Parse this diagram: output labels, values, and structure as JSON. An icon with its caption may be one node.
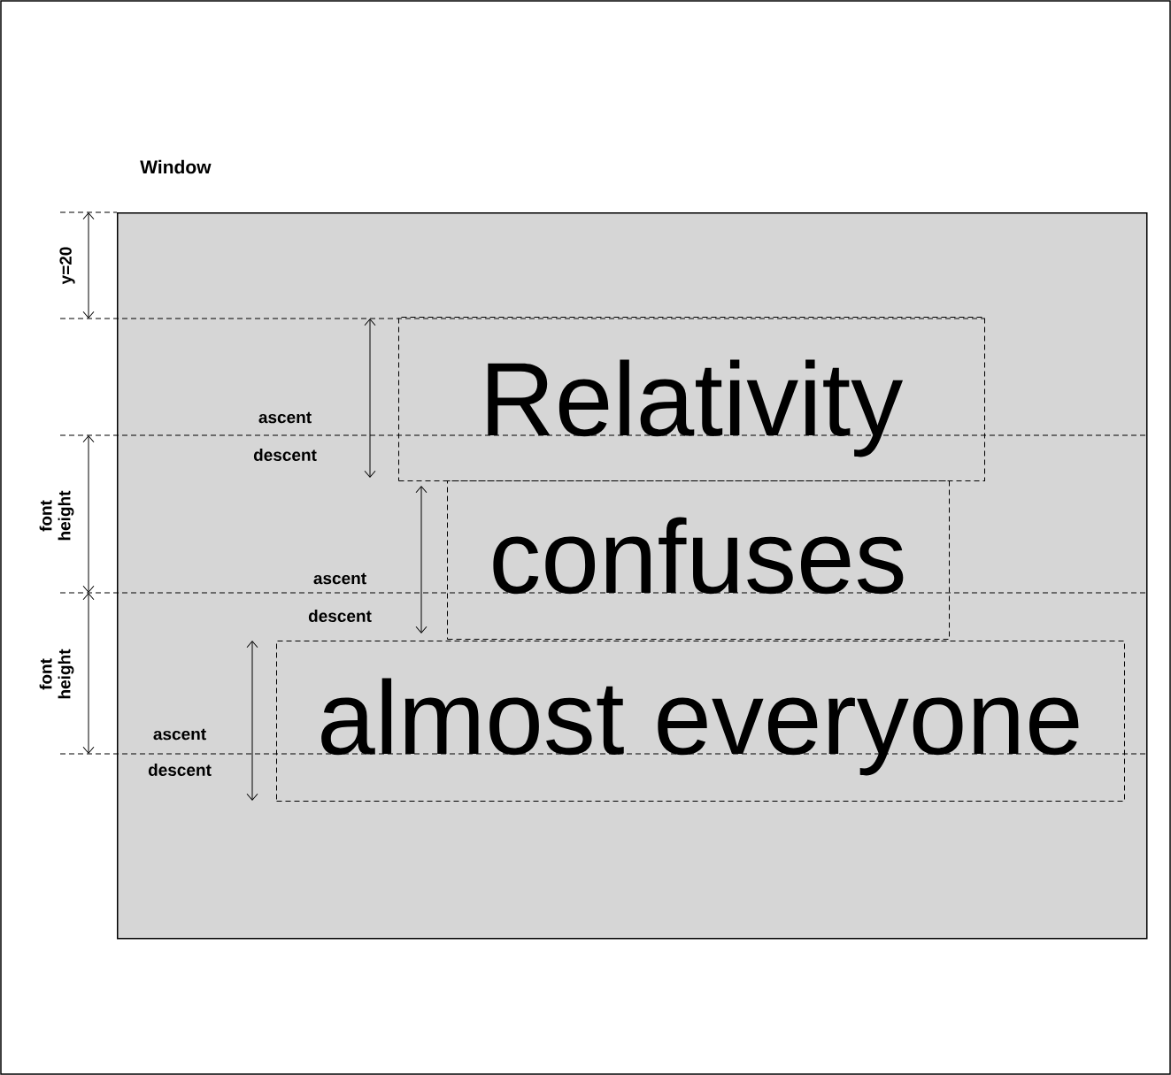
{
  "diagram": {
    "nodes": [
      {
        "text": [
          "Window"
        ]
      },
      {
        "text": [
          "Relativity"
        ],
        "in": 0
      },
      {
        "text": [
          "confuses"
        ],
        "in": 0
      },
      {
        "text": [
          "almost everyone"
        ],
        "in": 0
      }
    ],
    "labels": [
      "y=20",
      "ascent",
      "descent",
      "font height",
      "ascent",
      "descent",
      "font height",
      "ascent",
      "descent"
    ]
  }
}
